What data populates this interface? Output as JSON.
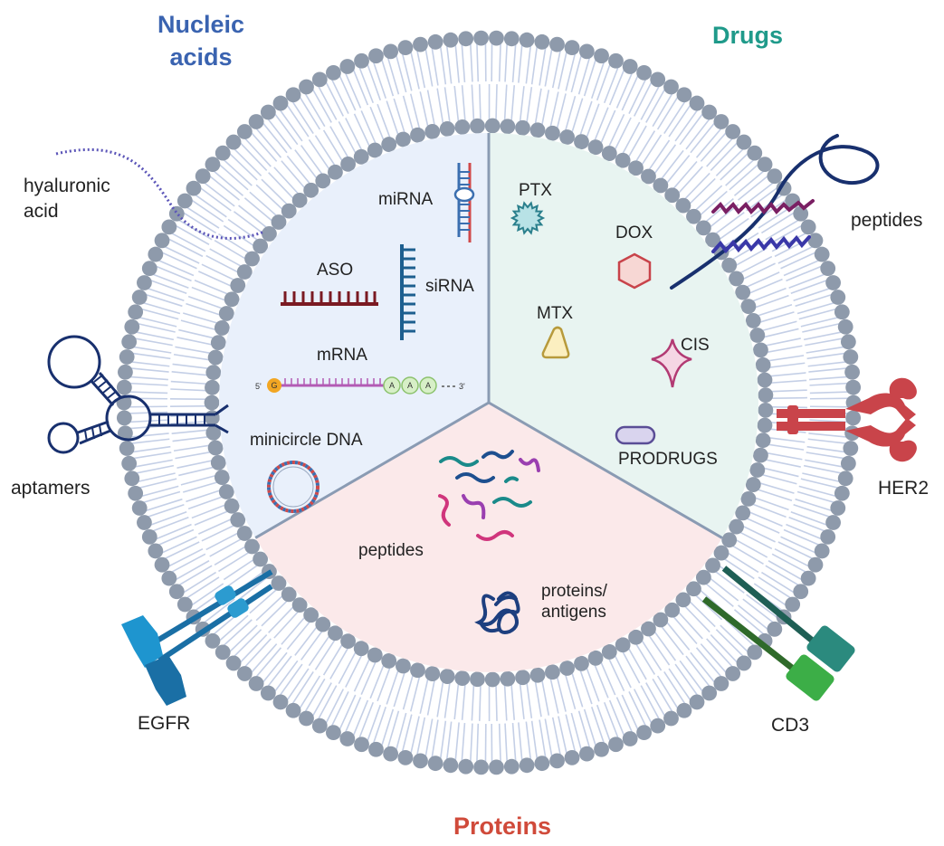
{
  "categories": {
    "nucleic_acids": {
      "line1": "Nucleic",
      "line2": "acids",
      "color": "#3a63b0"
    },
    "drugs": {
      "label": "Drugs",
      "color": "#1f9a8a"
    },
    "proteins": {
      "label": "Proteins",
      "color": "#d04a3a"
    }
  },
  "outer_labels": {
    "hyaluronic_line1": "hyaluronic",
    "hyaluronic_line2": "acid",
    "peptides": "peptides",
    "aptamers": "aptamers",
    "her2": "HER2",
    "egfr": "EGFR",
    "cd3": "CD3"
  },
  "nucleic_items": {
    "mirna": "miRNA",
    "aso": "ASO",
    "sirna": "siRNA",
    "mrna": "mRNA",
    "mrna_5prime": "5'",
    "mrna_cap": "G",
    "mrna_tail": [
      "A",
      "A",
      "A"
    ],
    "mrna_3prime": "3'",
    "minicircle": "minicircle DNA"
  },
  "drug_items": {
    "ptx": "PTX",
    "dox": "DOX",
    "mtx": "MTX",
    "cis": "CIS",
    "prodrugs": "PRODRUGS"
  },
  "protein_items": {
    "peptides": "peptides",
    "proteins_line1": "proteins/",
    "proteins_line2": "antigens"
  },
  "colors": {
    "lipid_head": "#8e9aab",
    "lipid_tail": "#c4cfe6",
    "nucleic_bg": "#e9f0fb",
    "drugs_bg": "#e8f4f1",
    "proteins_bg": "#fbe9ea",
    "divider": "#8a9bb3"
  }
}
